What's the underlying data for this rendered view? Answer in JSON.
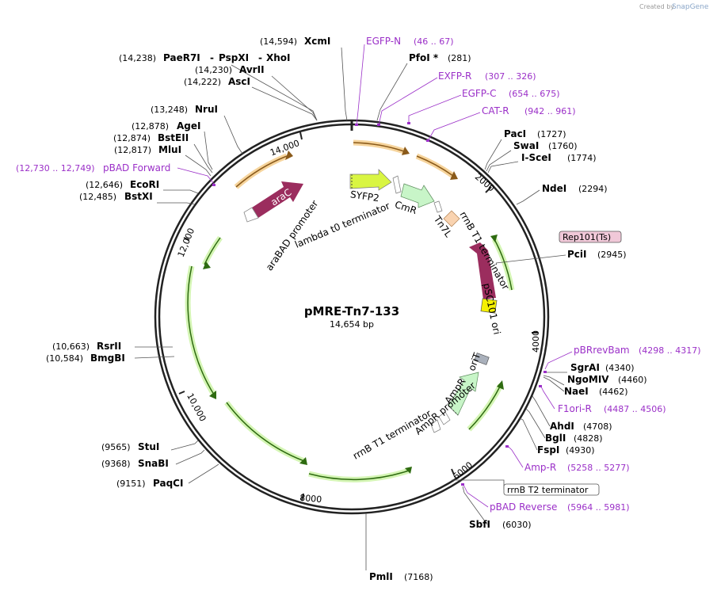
{
  "header": {
    "credit": "Created by",
    "brand": "SnapGene"
  },
  "plasmid": {
    "name": "pMRE-Tn7-133",
    "size": "14,654 bp"
  },
  "ticks": [
    "2000",
    "4000",
    "6000",
    "8000",
    "10,000",
    "12,000",
    "14,000"
  ],
  "sites": [
    {
      "name": "XcmI",
      "pos": "(14,594)"
    },
    {
      "name": "PaeR7I",
      "pos": "(14,238)"
    },
    {
      "name": "PspXI",
      "pos": ""
    },
    {
      "name": "XhoI",
      "pos": ""
    },
    {
      "name": "AvrII",
      "pos": "(14,230)"
    },
    {
      "name": "AscI",
      "pos": "(14,222)"
    },
    {
      "name": "NruI",
      "pos": "(13,248)"
    },
    {
      "name": "AgeI",
      "pos": "(12,878)"
    },
    {
      "name": "BstEII",
      "pos": "(12,874)"
    },
    {
      "name": "MluI",
      "pos": "(12,817)"
    },
    {
      "name": "EcoRI",
      "pos": "(12,646)"
    },
    {
      "name": "BstXI",
      "pos": "(12,485)"
    },
    {
      "name": "PfoI *",
      "pos": "(281)"
    },
    {
      "name": "PacI",
      "pos": "(1727)"
    },
    {
      "name": "SwaI",
      "pos": "(1760)"
    },
    {
      "name": "I-SceI",
      "pos": "(1774)"
    },
    {
      "name": "NdeI",
      "pos": "(2294)"
    },
    {
      "name": "PciI",
      "pos": "(2945)"
    },
    {
      "name": "SgrAI",
      "pos": "(4340)"
    },
    {
      "name": "NgoMIV",
      "pos": "(4460)"
    },
    {
      "name": "NaeI",
      "pos": "(4462)"
    },
    {
      "name": "AhdI",
      "pos": "(4708)"
    },
    {
      "name": "BglI",
      "pos": "(4828)"
    },
    {
      "name": "FspI",
      "pos": "(4930)"
    },
    {
      "name": "SbfI",
      "pos": "(6030)"
    },
    {
      "name": "PmlI",
      "pos": "(7168)"
    },
    {
      "name": "RsrII",
      "pos": "(10,663)"
    },
    {
      "name": "BmgBI",
      "pos": "(10,584)"
    },
    {
      "name": "StuI",
      "pos": "(9565)"
    },
    {
      "name": "SnaBI",
      "pos": "(9368)"
    },
    {
      "name": "PaqCI",
      "pos": "(9151)"
    }
  ],
  "primers": [
    {
      "name": "EGFP-N",
      "range": "(46 .. 67)"
    },
    {
      "name": "EXFP-R",
      "range": "(307 .. 326)"
    },
    {
      "name": "EGFP-C",
      "range": "(654 .. 675)"
    },
    {
      "name": "CAT-R",
      "range": "(942 .. 961)"
    },
    {
      "name": "pBAD Forward",
      "range": "(12,730 .. 12,749)"
    },
    {
      "name": "pBRrevBam",
      "range": "(4298 .. 4317)"
    },
    {
      "name": "F1ori-R",
      "range": "(4487 .. 4506)"
    },
    {
      "name": "Amp-R",
      "range": "(5258 .. 5277)"
    },
    {
      "name": "pBAD Reverse",
      "range": "(5964 .. 5981)"
    }
  ],
  "boxed": [
    {
      "name": "Rep101(Ts)"
    },
    {
      "name": "rrnB T2 terminator"
    }
  ],
  "features": [
    {
      "name": "SYFP2",
      "color": "#d9f542"
    },
    {
      "name": "CmR",
      "color": "#c8f5c8"
    },
    {
      "name": "Tn7L",
      "color": "#f9d3b0"
    },
    {
      "name": "rrnB T1 terminator"
    },
    {
      "name": "pSC101 ori",
      "color": "#f5f000"
    },
    {
      "name": "araC",
      "color": "#9b2d5e"
    },
    {
      "name": "araBAD promoter"
    },
    {
      "name": "lambda t0 terminator"
    },
    {
      "name": "oriT",
      "color": "#a9b0bb"
    },
    {
      "name": "AmpR",
      "color": "#c8f5c8"
    },
    {
      "name": "AmpR promoter"
    },
    {
      "name": "rrnB T1 terminator"
    }
  ],
  "colors": {
    "rep": "#9b2d5e",
    "orf_arrow": "#c8f5b0",
    "orange_arrow": "#f0b25a",
    "primer": "#9b30c8"
  }
}
